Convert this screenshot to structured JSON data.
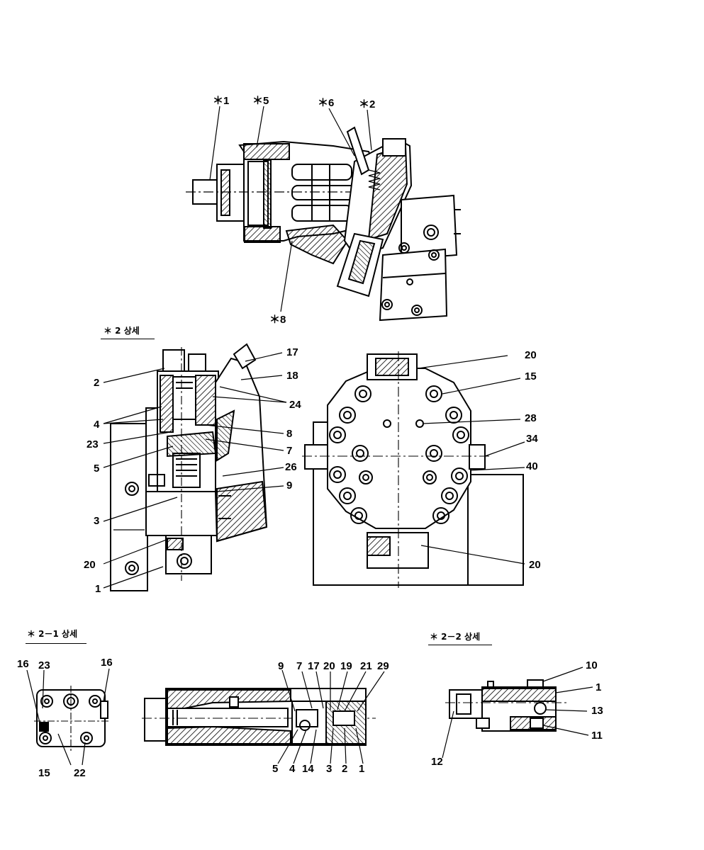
{
  "sections": {
    "detail_2": "＊ 2 상세",
    "detail_2_1": "＊ 2－1 상세",
    "detail_2_2": "＊ 2－2 상세"
  },
  "top_view": {
    "callout_1": "＊1",
    "callout_5": "＊5",
    "callout_6": "＊6",
    "callout_2": "＊2",
    "callout_8": "＊8"
  },
  "detail2_left": {
    "l17": "17",
    "l18": "18",
    "l24": "24",
    "l2": "2",
    "l4": "4",
    "l23": "23",
    "l8": "8",
    "l7": "7",
    "l5": "5",
    "l26": "26",
    "l9": "9",
    "l3": "3",
    "l20": "20",
    "l1": "1"
  },
  "detail2_right": {
    "l20a": "20",
    "l15": "15",
    "l28": "28",
    "l34": "34",
    "l40": "40",
    "l20b": "20"
  },
  "detail21_small": {
    "l16a": "16",
    "l23": "23",
    "l16b": "16",
    "l15": "15",
    "l22": "22"
  },
  "detail21_section": {
    "l9": "9",
    "l7": "7",
    "l17": "17",
    "l20": "20",
    "l19": "19",
    "l21": "21",
    "l29": "29",
    "l5": "5",
    "l4": "4",
    "l14": "14",
    "l3": "3",
    "l2": "2",
    "l1": "1"
  },
  "detail22": {
    "l10": "10",
    "l1": "1",
    "l13": "13",
    "l11": "11",
    "l12": "12"
  }
}
